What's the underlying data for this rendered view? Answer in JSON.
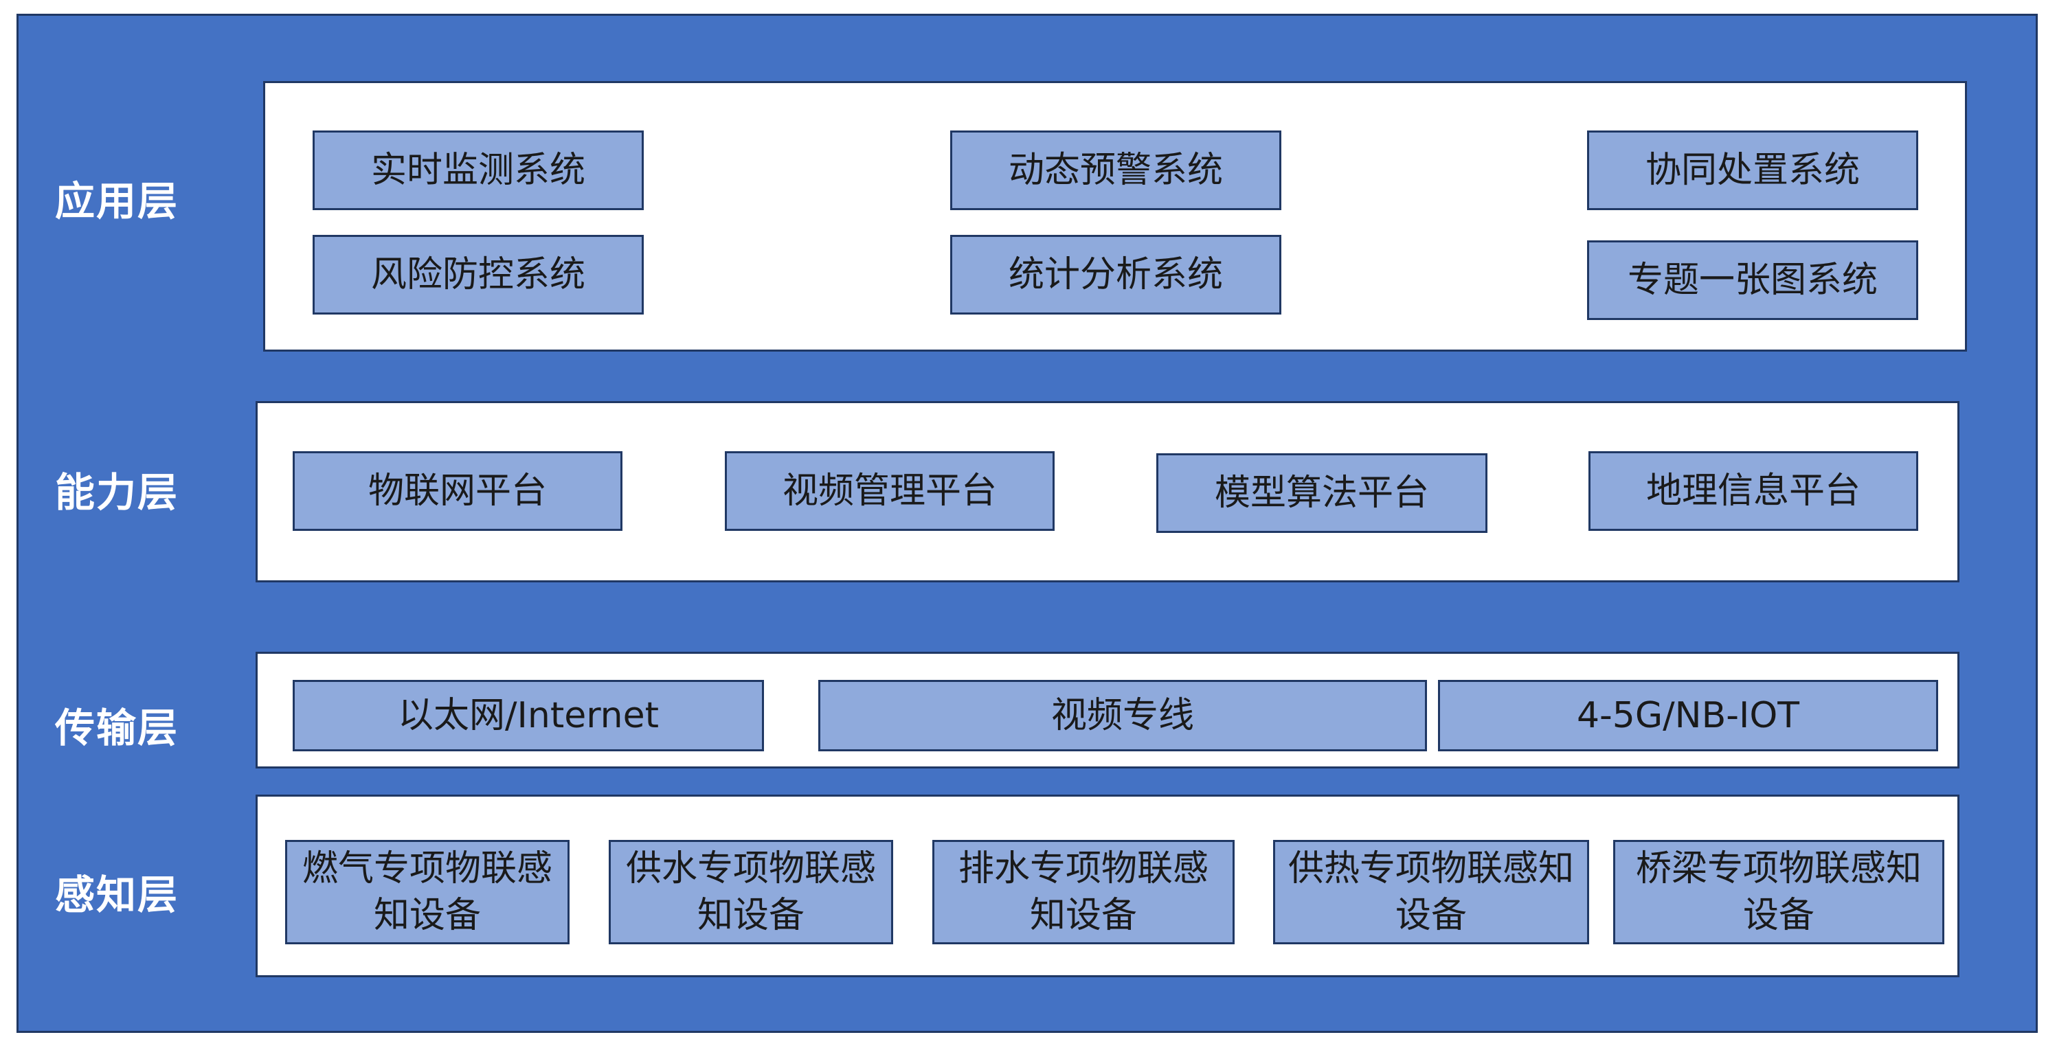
{
  "colors": {
    "background": "#4472C4",
    "panel": "#FFFFFF",
    "box_fill": "#8FAADC",
    "border": "#203864",
    "label_text": "#FFFFFF"
  },
  "layers": {
    "application": {
      "label": "应用层",
      "items": [
        "实时监测系统",
        "动态预警系统",
        "协同处置系统",
        "风险防控系统",
        "统计分析系统",
        "专题一张图系统"
      ]
    },
    "capability": {
      "label": "能力层",
      "items": [
        "物联网平台",
        "视频管理平台",
        "模型算法平台",
        "地理信息平台"
      ]
    },
    "transport": {
      "label": "传输层",
      "items": [
        "以太网/Internet",
        "视频专线",
        "4-5G/NB-IOT"
      ]
    },
    "perception": {
      "label": "感知层",
      "items": [
        "燃气专项物联感知设备",
        "供水专项物联感知设备",
        "排水专项物联感知设备",
        "供热专项物联感知设备",
        "桥梁专项物联感知设备"
      ]
    }
  }
}
